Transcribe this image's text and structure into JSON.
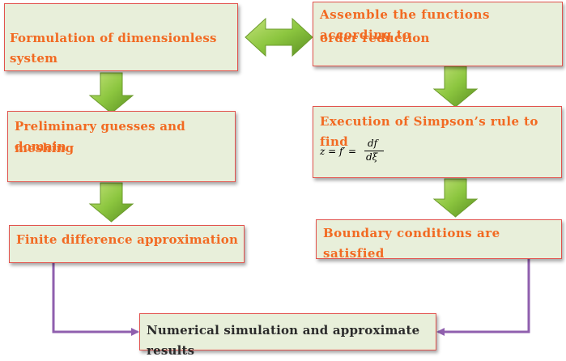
{
  "colors": {
    "box_fill": "#e8efda",
    "box_border": "#e2524d",
    "text": "#f26a22",
    "final_text": "#2b2b2b",
    "arrow_green": "#8cc63f",
    "connector_purple": "#8f5fae"
  },
  "boxes": {
    "formulation": "Formulation of dimensionless system",
    "assemble_line1": "Assemble the functions according to",
    "assemble_line2": "order reduction",
    "preliminary_line1": "Preliminary guesses and domain",
    "preliminary_line2": "meshing",
    "simpson": "Execution of Simpson’s rule to find",
    "finite_difference": "Finite difference approximation",
    "boundary": "Boundary conditions are satisfied",
    "final": "Numerical simulation and approximate results"
  },
  "formula": {
    "lhs": "z = f′ =",
    "numerator": "df",
    "denominator": "dξ"
  },
  "icons": {
    "double_arrow": "double-headed-arrow-icon",
    "down_arrow": "down-arrow-icon"
  }
}
